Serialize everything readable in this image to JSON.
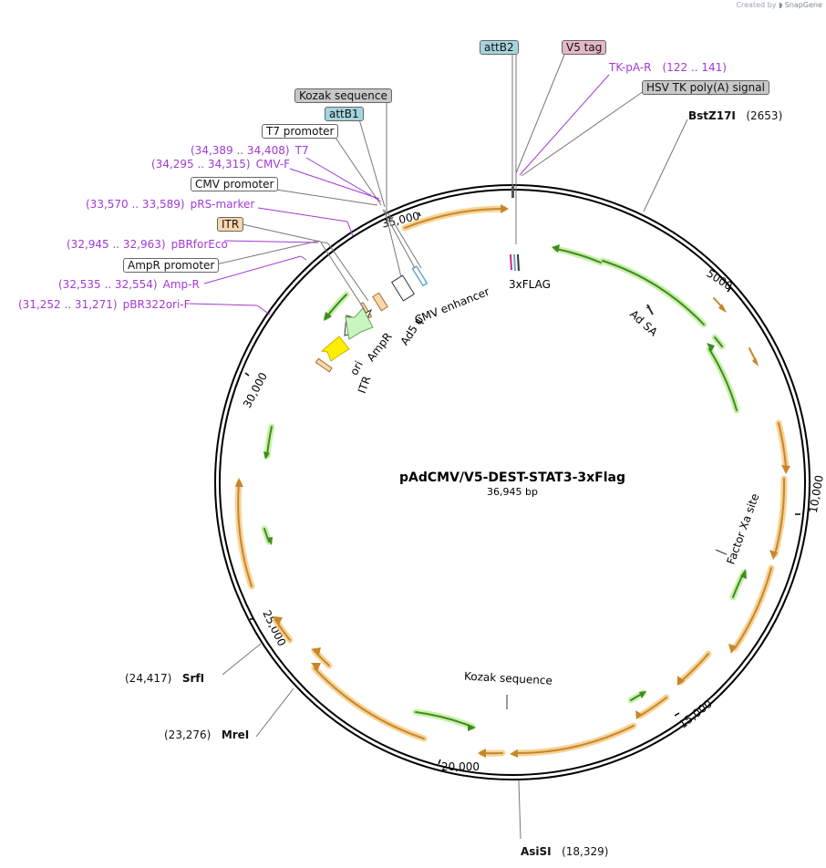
{
  "credit": {
    "prefix": "Created by",
    "brand": "SnapGene"
  },
  "plasmid": {
    "name": "pAdCMV/V5-DEST-STAT3-3xFlag",
    "length": "36,945 bp"
  },
  "colors": {
    "primer": "#a23ad3",
    "orange_arrow": "#c8862a",
    "orange_glow": "#f6cf8c",
    "green_arrow": "#3e8c1f",
    "green_glow": "#c4eea2",
    "ampr_fill": "#c8f5c0",
    "ori_fill": "#ffee00"
  },
  "ticks": [
    "5000",
    "10,000",
    "15,000",
    "20,000",
    "25,000",
    "30,000",
    "35,000"
  ],
  "feature_boxes": [
    {
      "label": "attB2",
      "style": "blue"
    },
    {
      "label": "V5 tag",
      "style": "pink"
    },
    {
      "label": "HSV TK poly(A) signal",
      "style": "gray"
    },
    {
      "label": "Kozak sequence",
      "style": "gray"
    },
    {
      "label": "attB1",
      "style": "blue"
    },
    {
      "label": "T7 promoter",
      "style": "white"
    },
    {
      "label": "CMV promoter",
      "style": "white"
    },
    {
      "label": "ITR",
      "style": "orange"
    },
    {
      "label": "AmpR promoter",
      "style": "white"
    }
  ],
  "primers": [
    {
      "name": "TK-pA-R",
      "range": "(122 .. 141)"
    },
    {
      "name": "T7",
      "range": "(34,389 .. 34,408)"
    },
    {
      "name": "CMV-F",
      "range": "(34,295 .. 34,315)"
    },
    {
      "name": "pRS-marker",
      "range": "(33,570 .. 33,589)"
    },
    {
      "name": "pBRforEco",
      "range": "(32,945 .. 32,963)"
    },
    {
      "name": "Amp-R",
      "range": "(32,535 .. 32,554)"
    },
    {
      "name": "pBR322ori-F",
      "range": "(31,252 .. 31,271)"
    }
  ],
  "sites": [
    {
      "name": "BstZ17I",
      "pos": "(2653)"
    },
    {
      "name": "AsiSI",
      "pos": "(18,329)"
    },
    {
      "name": "MreI",
      "pos": "(23,276)"
    },
    {
      "name": "SrfI",
      "pos": "(24,417)"
    }
  ],
  "inner_labels": [
    "3xFLAG",
    "Ad SA",
    "Factor Xa site",
    "Kozak sequence",
    "CMV enhancer",
    "Ad5 ψ",
    "AmpR",
    "ori",
    "ITR"
  ]
}
